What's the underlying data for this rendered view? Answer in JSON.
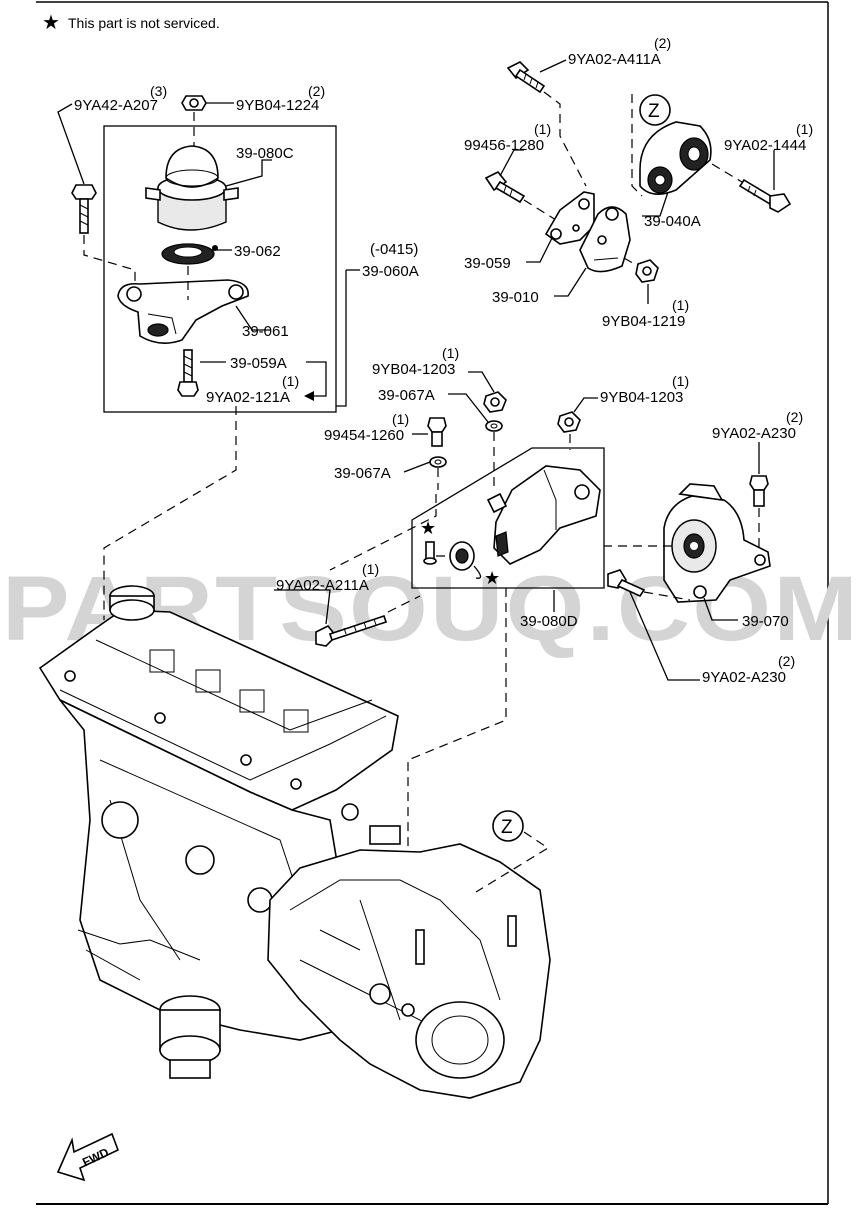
{
  "note": {
    "star": "★",
    "text": "This part is not serviced."
  },
  "watermark": "PARTSOUQ.COM",
  "view_marker": "Z",
  "direction": "FWD",
  "callouts": {
    "c_9ya42_a207": {
      "part": "9YA42-A207",
      "qty": "(3)"
    },
    "c_9yb04_1224": {
      "part": "9YB04-1224",
      "qty": "(2)"
    },
    "c_39_080c": {
      "part": "39-080C"
    },
    "c_39_062": {
      "part": "39-062"
    },
    "c_0415": {
      "part": "(-0415)"
    },
    "c_39_060a": {
      "part": "39-060A"
    },
    "c_39_061": {
      "part": "39-061"
    },
    "c_39_059a": {
      "part": "39-059A"
    },
    "c_9ya02_121a": {
      "part": "9YA02-121A",
      "qty": "(1)"
    },
    "c_9ya02_a411a": {
      "part": "9YA02-A411A",
      "qty": "(2)"
    },
    "c_99456_1280": {
      "part": "99456-1280",
      "qty": "(1)"
    },
    "c_9ya02_1444": {
      "part": "9YA02-1444",
      "qty": "(1)"
    },
    "c_39_040a": {
      "part": "39-040A"
    },
    "c_39_059": {
      "part": "39-059"
    },
    "c_39_010": {
      "part": "39-010"
    },
    "c_9yb04_1219": {
      "part": "9YB04-1219",
      "qty": "(1)"
    },
    "c_9yb04_1203_a": {
      "part": "9YB04-1203",
      "qty": "(1)"
    },
    "c_39_067a_a": {
      "part": "39-067A"
    },
    "c_99454_1260": {
      "part": "99454-1260",
      "qty": "(1)"
    },
    "c_39_067a_b": {
      "part": "39-067A"
    },
    "c_9yb04_1203_b": {
      "part": "9YB04-1203",
      "qty": "(1)"
    },
    "c_9ya02_a230_a": {
      "part": "9YA02-A230",
      "qty": "(2)"
    },
    "c_9ya02_a211a": {
      "part": "9YA02-A211A",
      "qty": "(1)"
    },
    "c_39_080d": {
      "part": "39-080D"
    },
    "c_39_070": {
      "part": "39-070"
    },
    "c_9ya02_a230_b": {
      "part": "9YA02-A230",
      "qty": "(2)"
    }
  }
}
